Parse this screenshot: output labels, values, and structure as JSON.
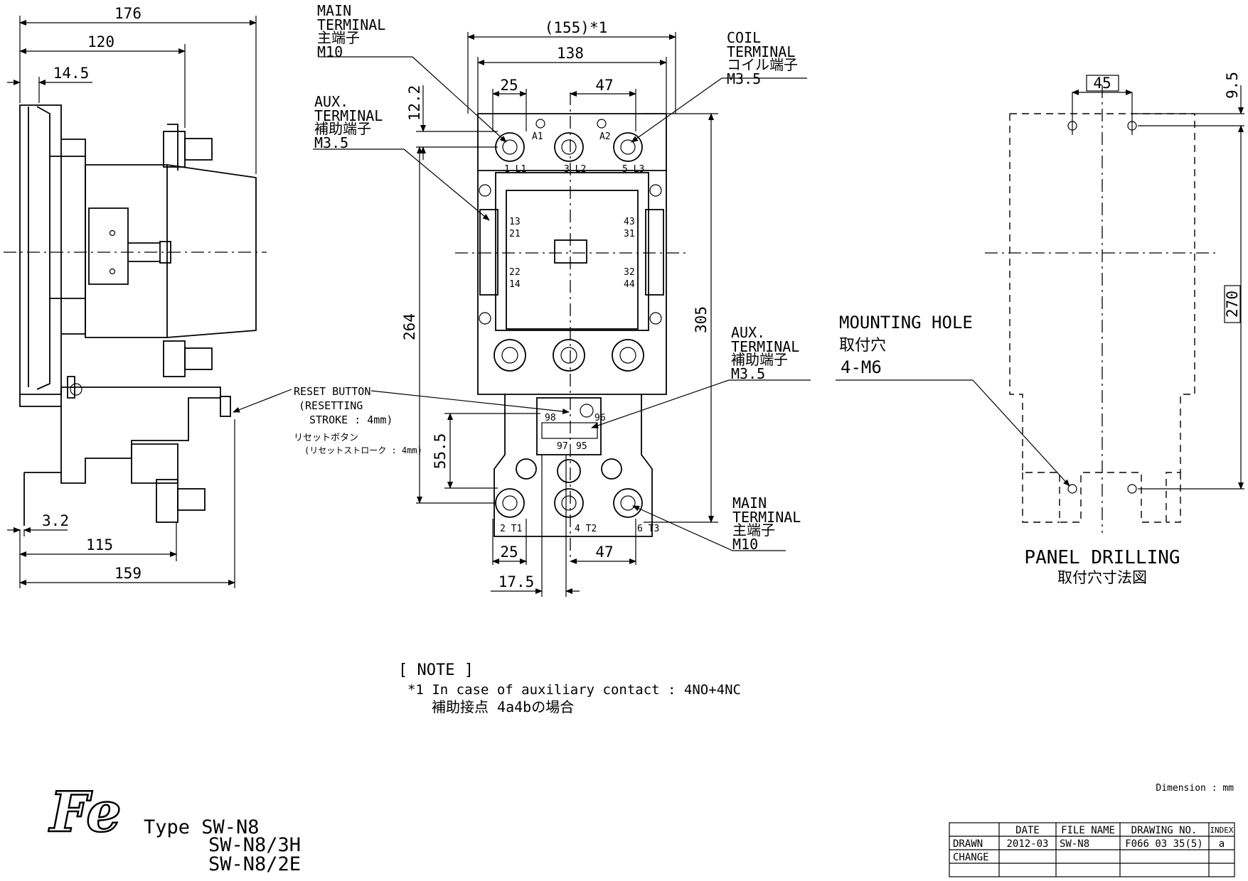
{
  "dimensions": {
    "side_176": "176",
    "side_120": "120",
    "side_14_5": "14.5",
    "side_3_2": "3.2",
    "side_115": "115",
    "side_159": "159",
    "front_155": "(155)*1",
    "front_138": "138",
    "front_25_top": "25",
    "front_47_top": "47",
    "front_12_2": "12.2",
    "front_264": "264",
    "front_305": "305",
    "front_55_5": "55.5",
    "front_25_bot": "25",
    "front_47_bot": "47",
    "front_17_5": "17.5",
    "panel_45": "45",
    "panel_9_5": "9.5",
    "panel_270": "270"
  },
  "labels": {
    "main_terminal_top": [
      "MAIN",
      "TERMINAL",
      "主端子",
      "M10"
    ],
    "aux_terminal_left": [
      "AUX.",
      "TERMINAL",
      "補助端子",
      "M3.5"
    ],
    "coil_terminal": [
      "COIL",
      "TERMINAL",
      "コイル端子",
      "M3.5"
    ],
    "aux_terminal_right": [
      "AUX.",
      "TERMINAL",
      "補助端子",
      "M3.5"
    ],
    "main_terminal_bottom": [
      "MAIN",
      "TERMINAL",
      "主端子",
      "M10"
    ],
    "reset_button": [
      "RESET BUTTON",
      "(RESETTING",
      "STROKE : 4mm)",
      "リセットボタン",
      "(リセットストローク : 4mm)"
    ],
    "mounting_hole": [
      "MOUNTING HOLE",
      "取付穴",
      "4-M6"
    ],
    "panel_drilling": [
      "PANEL DRILLING",
      "取付穴寸法図"
    ]
  },
  "terminal_marks": {
    "top": [
      "1 L1",
      "3 L2",
      "5 L3"
    ],
    "coil": [
      "A1",
      "A2"
    ],
    "aux_left": [
      "13",
      "21",
      "22",
      "14"
    ],
    "aux_right": [
      "43",
      "31",
      "32",
      "44"
    ],
    "bottom": [
      "2 T1",
      "4 T2",
      "6 T3"
    ],
    "overload": [
      "98",
      "96",
      "97",
      "95"
    ]
  },
  "note": {
    "heading": "[ NOTE ]",
    "line1": "*1 In case of auxiliary contact : 4NO+4NC",
    "line2": "補助接点 4a4bの場合"
  },
  "dimension_unit": "Dimension : mm",
  "logo_text": "Fe",
  "types": [
    "Type SW-N8",
    "SW-N8/3H",
    "SW-N8/2E"
  ],
  "title_block": {
    "headers": [
      "DATE",
      "FILE NAME",
      "DRAWING NO.",
      "INDEX"
    ],
    "rows": [
      [
        "DRAWN",
        "2012-03",
        "SW-N8",
        "F066 03 35(5)",
        "a"
      ],
      [
        "CHANGE",
        "",
        "",
        "",
        ""
      ],
      [
        "",
        "",
        "",
        "",
        ""
      ]
    ]
  }
}
